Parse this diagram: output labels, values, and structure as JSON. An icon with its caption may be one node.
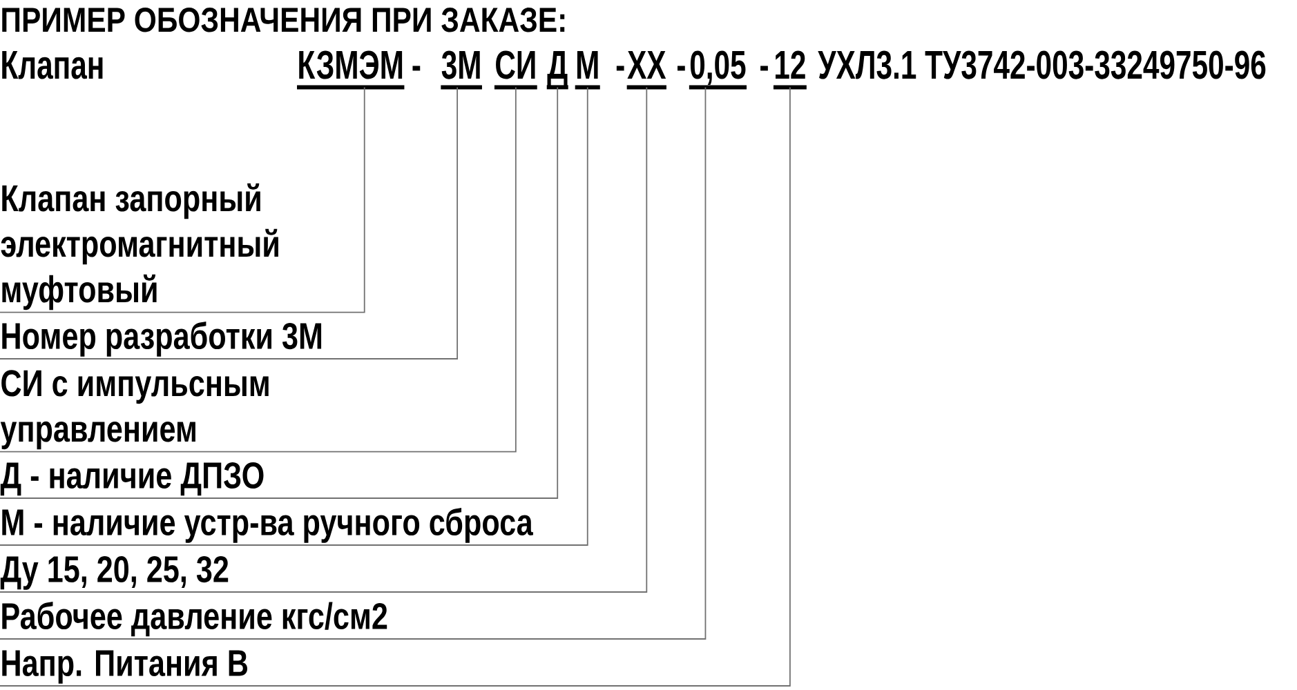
{
  "diagram": {
    "title": "ПРИМЕР ОБОЗНАЧЕНИЯ ПРИ ЗАКАЗЕ:",
    "nodes": [
      {
        "text": [
          "КЗМЭМ"
        ]
      },
      {
        "text": [
          "3М"
        ]
      },
      {
        "text": [
          "СИ"
        ]
      },
      {
        "text": [
          "Д"
        ]
      },
      {
        "text": [
          "М"
        ]
      },
      {
        "text": [
          "ХХ"
        ]
      },
      {
        "text": [
          "0,05"
        ]
      },
      {
        "text": [
          "12"
        ]
      },
      {
        "text": [
          "Клапан запорный электромагнитный муфтовый"
        ]
      },
      {
        "text": [
          "Номер разработки 3М"
        ]
      },
      {
        "text": [
          "СИ с импульсным управлением"
        ]
      },
      {
        "text": [
          "Д - наличие ДПЗО"
        ]
      },
      {
        "text": [
          "М - наличие устр-ва ручного сброса"
        ]
      },
      {
        "text": [
          "Ду 15, 20, 25, 32"
        ]
      },
      {
        "text": [
          "Рабочее давление кгс/см2"
        ]
      },
      {
        "text": [
          "Напр. Питания В"
        ]
      }
    ],
    "edges": [
      {
        "from": 8,
        "to": 0,
        "arrow": "none"
      },
      {
        "from": 9,
        "to": 1,
        "arrow": "none"
      },
      {
        "from": 10,
        "to": 2,
        "arrow": "none"
      },
      {
        "from": 11,
        "to": 3,
        "arrow": "none"
      },
      {
        "from": 12,
        "to": 4,
        "arrow": "none"
      },
      {
        "from": 13,
        "to": 5,
        "arrow": "none"
      },
      {
        "from": 14,
        "to": 6,
        "arrow": "none"
      },
      {
        "from": 15,
        "to": 7,
        "arrow": "none"
      }
    ],
    "labels": [
      "Клапан",
      "-",
      "-",
      "-",
      "-",
      "УХЛ3.1 ТУ3742-003-33249750-96"
    ]
  }
}
